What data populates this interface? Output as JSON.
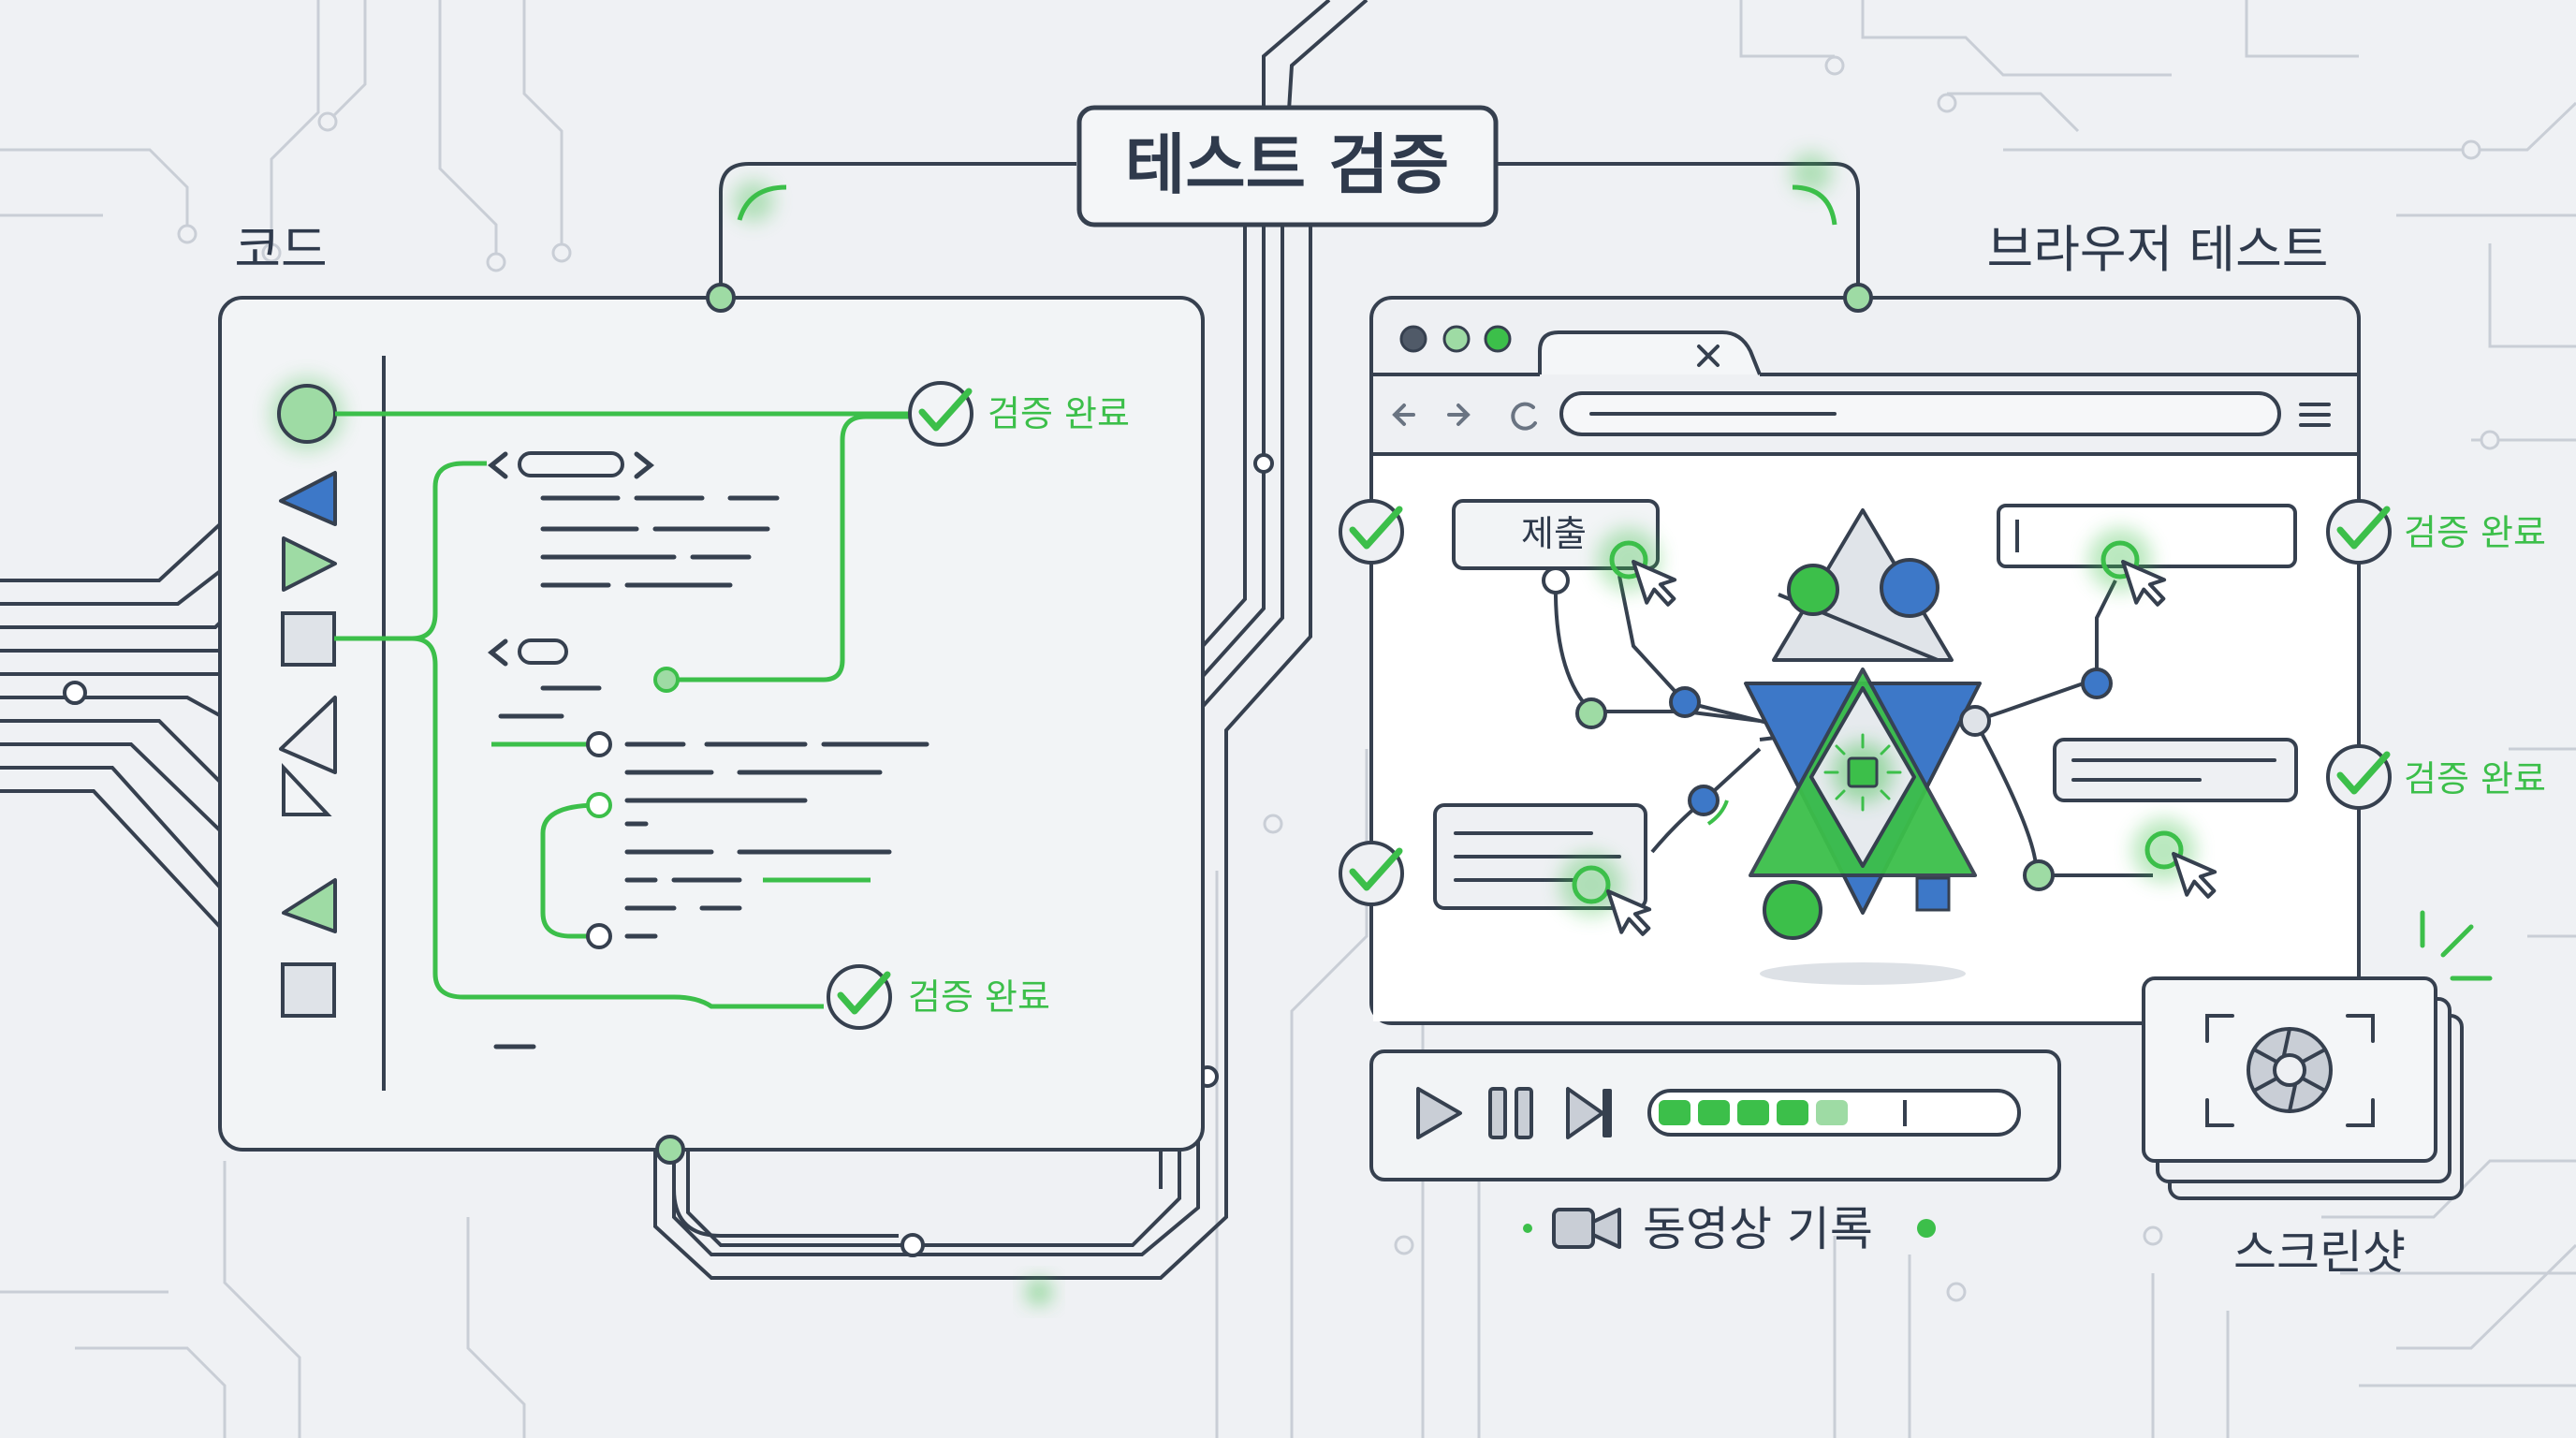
{
  "title": "테스트 검증",
  "code_panel": {
    "label": "코드"
  },
  "browser_panel": {
    "label": "브라우저 테스트",
    "submit_button": "제출"
  },
  "verification": {
    "label": "검증 완료",
    "code_checks": 2,
    "browser_checks": 2
  },
  "video_recording": {
    "label": "동영상 기록",
    "progress": 0.55
  },
  "screenshot": {
    "label": "스크린샷"
  },
  "icons": [
    "play-icon",
    "pause-icon",
    "skip-forward-icon",
    "video-camera-icon",
    "camera-shutter-icon",
    "cursor-icon",
    "check-icon",
    "refresh-icon",
    "back-arrow-icon",
    "forward-arrow-icon",
    "menu-icon",
    "close-icon"
  ],
  "colors": {
    "line": "#36404f",
    "green": "#3cbf4a",
    "blue": "#3d78c8",
    "panel": "#ffffff",
    "background": "#eff1f4"
  }
}
